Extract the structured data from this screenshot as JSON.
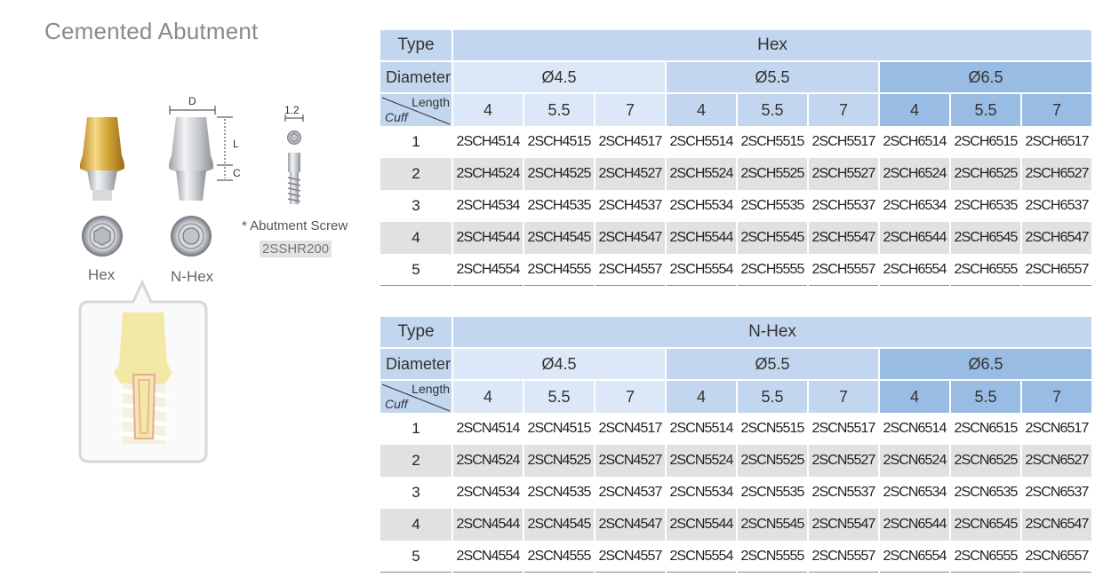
{
  "title": "Cemented Abutment",
  "illustration": {
    "labels": {
      "hex": "Hex",
      "nhex": "N-Hex"
    },
    "dims": {
      "d": "D",
      "l": "L",
      "c": "C",
      "screw_width": "1.2"
    },
    "screw_note": "* Abutment Screw",
    "screw_code": "2SSHR200",
    "colors": {
      "gold": "#d7a93a",
      "silver": "#c9ccd0",
      "implant": "#f2e9a6",
      "bubble": "#d7d7d7"
    }
  },
  "colors": {
    "header": "#c3d6ef",
    "dia1": "#dce8f7",
    "dia2": "#c3d6ef",
    "dia3": "#99bce4",
    "shade": "#e1e1e1"
  },
  "tables": [
    {
      "type_label": "Type",
      "type_value": "Hex",
      "diameter_label": "Diameter",
      "length_label": "Length",
      "cuff_label": "Cuff",
      "diameters": [
        "Ø4.5",
        "Ø5.5",
        "Ø6.5"
      ],
      "lengths": [
        "4",
        "5.5",
        "7",
        "4",
        "5.5",
        "7",
        "4",
        "5.5",
        "7"
      ],
      "rows": [
        {
          "cuff": "1",
          "codes": [
            "2SCH4514",
            "2SCH4515",
            "2SCH4517",
            "2SCH5514",
            "2SCH5515",
            "2SCH5517",
            "2SCH6514",
            "2SCH6515",
            "2SCH6517"
          ]
        },
        {
          "cuff": "2",
          "codes": [
            "2SCH4524",
            "2SCH4525",
            "2SCH4527",
            "2SCH5524",
            "2SCH5525",
            "2SCH5527",
            "2SCH6524",
            "2SCH6525",
            "2SCH6527"
          ]
        },
        {
          "cuff": "3",
          "codes": [
            "2SCH4534",
            "2SCH4535",
            "2SCH4537",
            "2SCH5534",
            "2SCH5535",
            "2SCH5537",
            "2SCH6534",
            "2SCH6535",
            "2SCH6537"
          ]
        },
        {
          "cuff": "4",
          "codes": [
            "2SCH4544",
            "2SCH4545",
            "2SCH4547",
            "2SCH5544",
            "2SCH5545",
            "2SCH5547",
            "2SCH6544",
            "2SCH6545",
            "2SCH6547"
          ]
        },
        {
          "cuff": "5",
          "codes": [
            "2SCH4554",
            "2SCH4555",
            "2SCH4557",
            "2SCH5554",
            "2SCH5555",
            "2SCH5557",
            "2SCH6554",
            "2SCH6555",
            "2SCH6557"
          ]
        }
      ]
    },
    {
      "type_label": "Type",
      "type_value": "N-Hex",
      "diameter_label": "Diameter",
      "length_label": "Length",
      "cuff_label": "Cuff",
      "diameters": [
        "Ø4.5",
        "Ø5.5",
        "Ø6.5"
      ],
      "lengths": [
        "4",
        "5.5",
        "7",
        "4",
        "5.5",
        "7",
        "4",
        "5.5",
        "7"
      ],
      "rows": [
        {
          "cuff": "1",
          "codes": [
            "2SCN4514",
            "2SCN4515",
            "2SCN4517",
            "2SCN5514",
            "2SCN5515",
            "2SCN5517",
            "2SCN6514",
            "2SCN6515",
            "2SCN6517"
          ]
        },
        {
          "cuff": "2",
          "codes": [
            "2SCN4524",
            "2SCN4525",
            "2SCN4527",
            "2SCN5524",
            "2SCN5525",
            "2SCN5527",
            "2SCN6524",
            "2SCN6525",
            "2SCN6527"
          ]
        },
        {
          "cuff": "3",
          "codes": [
            "2SCN4534",
            "2SCN4535",
            "2SCN4537",
            "2SCN5534",
            "2SCN5535",
            "2SCN5537",
            "2SCN6534",
            "2SCN6535",
            "2SCN6537"
          ]
        },
        {
          "cuff": "4",
          "codes": [
            "2SCN4544",
            "2SCN4545",
            "2SCN4547",
            "2SCN5544",
            "2SCN5545",
            "2SCN5547",
            "2SCN6544",
            "2SCN6545",
            "2SCN6547"
          ]
        },
        {
          "cuff": "5",
          "codes": [
            "2SCN4554",
            "2SCN4555",
            "2SCN4557",
            "2SCN5554",
            "2SCN5555",
            "2SCN5557",
            "2SCN6554",
            "2SCN6555",
            "2SCN6557"
          ]
        }
      ]
    }
  ]
}
